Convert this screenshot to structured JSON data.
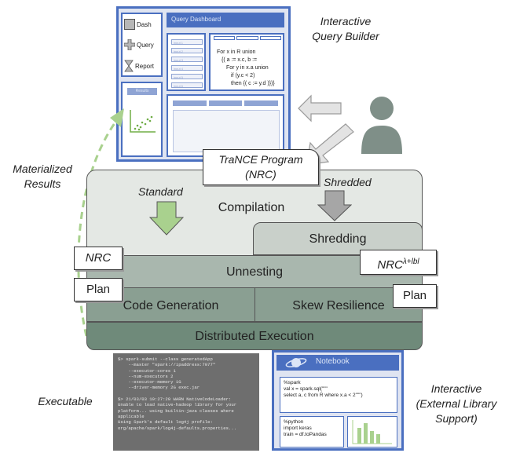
{
  "labels": {
    "query_builder": [
      "Interactive",
      "Query Builder"
    ],
    "materialized": [
      "Materialized",
      "Results"
    ],
    "executable": "Executable",
    "interactive_lib": [
      "Interactive",
      "(External Library",
      "Support)"
    ]
  },
  "qb": {
    "title": "Query  Dashboard",
    "nav": [
      "Dash",
      "Query",
      "Report"
    ],
    "inputs": [
      "input 1",
      "input 2",
      "input 3",
      "input 4",
      "input 5",
      "input 6"
    ],
    "code": [
      "For x in R union",
      "{( a := x.c, b :=",
      "For y in x.a union",
      "if (y.c < 2)",
      "then {( c := y.d )})}"
    ],
    "results": "Results"
  },
  "program": [
    "TraNCE Program",
    "(NRC)"
  ],
  "pipeline": {
    "standard": "Standard",
    "shredded": "Shredded",
    "compilation": "Compilation",
    "shredding": "Shredding",
    "unnesting": "Unnesting",
    "codegen": "Code Generation",
    "skew": "Skew Resilience",
    "distributed": "Distributed Execution"
  },
  "tags": {
    "nrc": "NRC",
    "plan_left": "Plan",
    "nrc_lbl": "NRC",
    "nrc_lbl_sup": "λ+lbl",
    "plan_right": "Plan"
  },
  "terminal": "$> spark-submit --class generatedApp\n    --master \"spark://ipaddress:7077\"\n    --executor-cores 1\n    --num-executors 2\n    --executor-memory 1G\n    --driver-memory 2G exec.jar\n\n$> 21/03/03 10:27:20 WARN NativeCodeLoader:\nUnable to load native-hadoop library for your\nplatform... using builtin-java classes where\napplicable\nUsing Spark's default log4j profile:\norg/apache/spark/log4j-defaults.properties...",
  "notebook": {
    "title": "Notebook",
    "cell1": [
      "%spark",
      "val x = spark.sql(\"\"\"",
      "  select a, c from R where x.a < 2\"\"\")"
    ],
    "cell2": [
      "%python",
      "import  keras",
      "train =  df.toPandas"
    ]
  },
  "colors": {
    "accent": "#4a6fc0",
    "arrow_green": "#a9d18e",
    "arrow_gray": "#a6a6a6"
  }
}
